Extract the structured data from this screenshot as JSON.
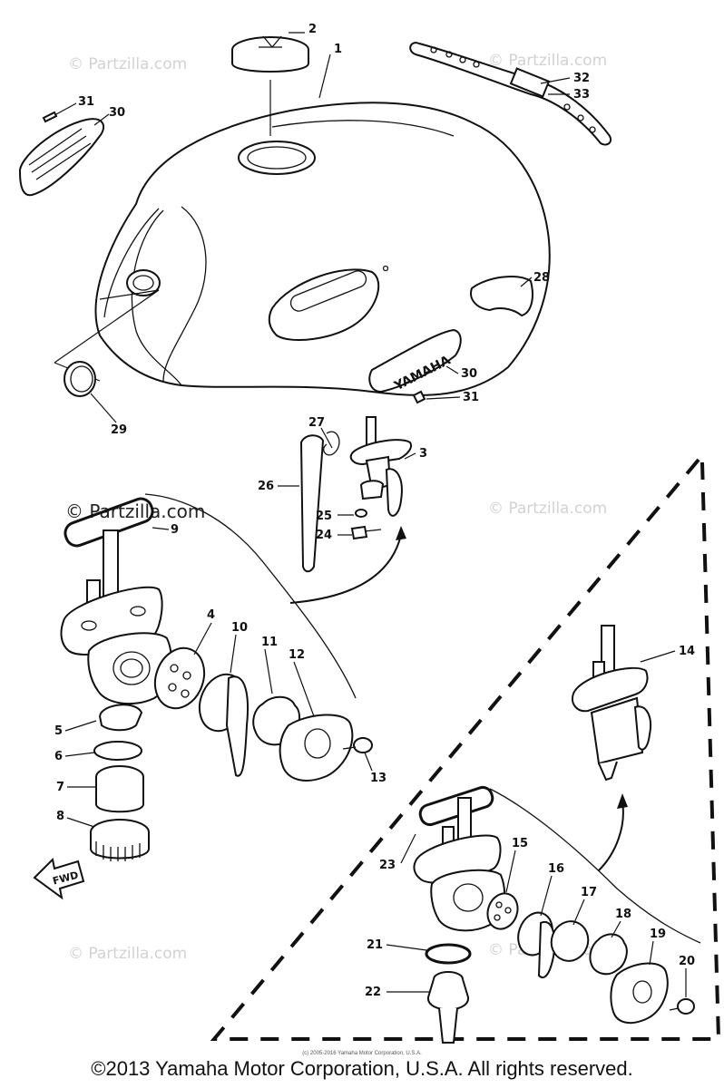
{
  "watermarks": {
    "faint": "© Partzilla.com",
    "dark": "© Partzilla.com"
  },
  "callouts": [
    "1",
    "2",
    "3",
    "4",
    "5",
    "6",
    "7",
    "8",
    "9",
    "10",
    "11",
    "12",
    "13",
    "14",
    "15",
    "16",
    "17",
    "18",
    "19",
    "20",
    "21",
    "22",
    "23",
    "24",
    "25",
    "26",
    "27",
    "28",
    "29",
    "30",
    "30",
    "31",
    "31",
    "32",
    "33"
  ],
  "fwd_label": "FWD",
  "emblem_text": "YAMAHA",
  "small_copyright": "(c) 2005-2016 Yamaha Motor Corporation, U.S.A.",
  "copyright": "©2013 Yamaha Motor Corporation, U.S.A. All rights reserved."
}
